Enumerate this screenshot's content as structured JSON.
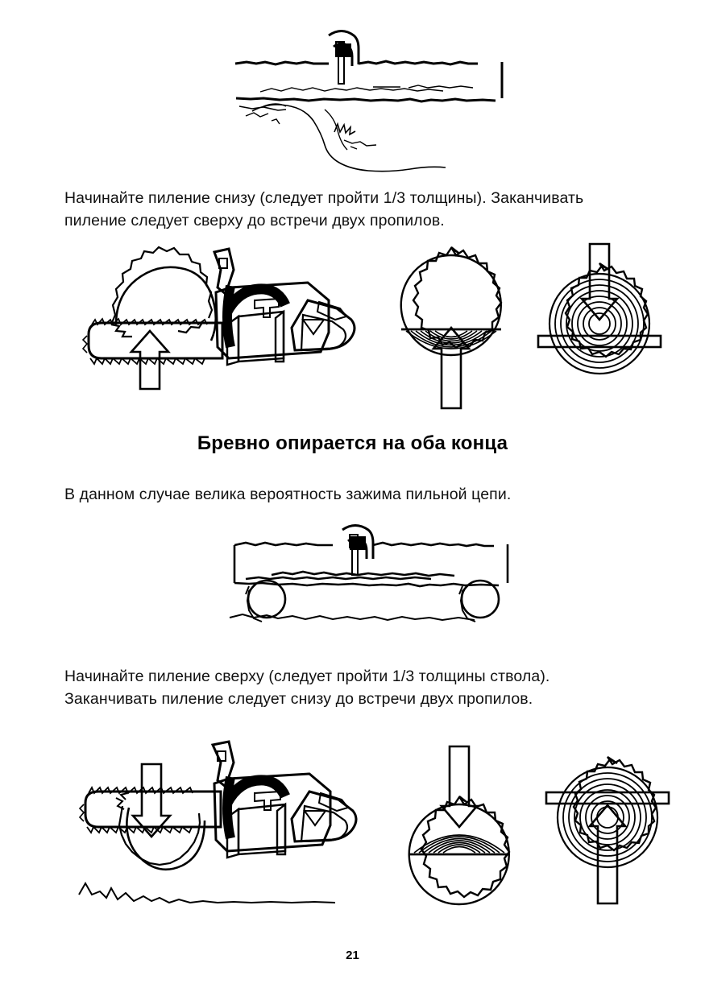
{
  "document": {
    "language": "ru",
    "page_number": "21",
    "background_color": "#ffffff",
    "ink_color": "#000000"
  },
  "sections": [
    {
      "id": "figure-log-on-ground",
      "kind": "illustration",
      "name": "log-lying-on-ground-diagram",
      "description": "Бревно лежит на земле, пропил сверху"
    },
    {
      "id": "paragraph-1",
      "kind": "paragraph",
      "text": "Начинайте пиление снизу (следует пройти 1/3 толщины). Заканчивать\nпиление следует сверху до встречи двух пропилов."
    },
    {
      "id": "figure-row-1",
      "kind": "illustration-row",
      "items": [
        {
          "name": "chainsaw-cutting-upward",
          "description": "Бензопила пилит бревно снизу вверх"
        },
        {
          "name": "log-cross-section-cut-bottom",
          "description": "Поперечное сечение: пропил снизу"
        },
        {
          "name": "log-rings-bar-down",
          "description": "Годичные кольца: шина сверху, стрелка вниз"
        }
      ]
    },
    {
      "id": "heading-1",
      "kind": "heading",
      "text": "Бревно опирается на оба конца"
    },
    {
      "id": "paragraph-2",
      "kind": "paragraph",
      "text": "В данном случае велика вероятность зажима пильной цепи."
    },
    {
      "id": "figure-log-on-supports",
      "kind": "illustration",
      "name": "log-supported-both-ends-diagram",
      "description": "Бревно опирается на два подкладных бревна"
    },
    {
      "id": "paragraph-3",
      "kind": "paragraph",
      "text": "Начинайте пиление сверху (следует пройти 1/3 толщины ствола).\nЗаканчивать пиление следует снизу до встречи двух пропилов."
    },
    {
      "id": "figure-row-2",
      "kind": "illustration-row",
      "items": [
        {
          "name": "chainsaw-cutting-downward",
          "description": "Бензопила пилит бревно сверху вниз"
        },
        {
          "name": "log-cross-section-cut-top",
          "description": "Поперечное сечение: пропил сверху"
        },
        {
          "name": "log-rings-bar-up",
          "description": "Годичные кольца: шина снизу, стрелка вверх"
        }
      ]
    }
  ],
  "text": {
    "paragraph_1": "Начинайте пиление снизу (следует пройти 1/3 толщины). Заканчивать\nпиление следует сверху до встречи двух пропилов.",
    "heading_1": "Бревно опирается на оба конца",
    "paragraph_2": "В данном случае велика вероятность зажима пильной цепи.",
    "paragraph_3": "Начинайте пиление сверху (следует пройти 1/3 толщины ствола).\nЗаканчивать пиление следует снизу до встречи двух пропилов.",
    "page_number": "21"
  }
}
